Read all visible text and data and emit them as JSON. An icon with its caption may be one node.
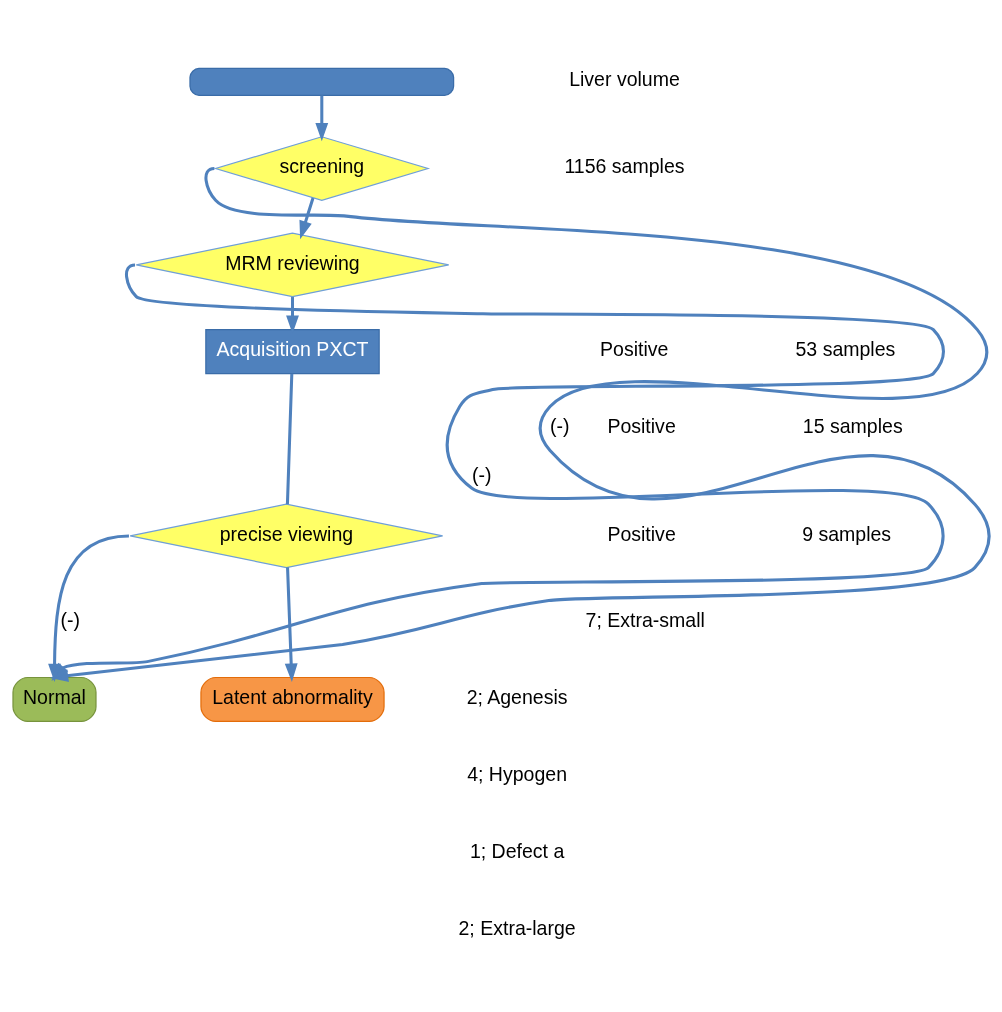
{
  "diagram": {
    "nodes": [
      {
        "text": [],
        "shape": "box"
      },
      {
        "text": [
          "screening"
        ]
      },
      {
        "text": [
          "MRM reviewing"
        ]
      },
      {
        "text": [
          "Acquisition PXCT"
        ]
      },
      {
        "text": [
          "precise viewing"
        ]
      },
      {
        "text": [
          "Normal"
        ]
      },
      {
        "text": [
          "Latent abnormality"
        ]
      }
    ],
    "edges": [
      {
        "from": 0,
        "to": 1,
        "arrow": "to"
      },
      {
        "from": 1,
        "to": 2,
        "arrow": "to"
      },
      {
        "from": 2,
        "to": 3,
        "arrow": "to"
      },
      {
        "from": 3,
        "to": 4,
        "arrow": "none"
      },
      {
        "from": 4,
        "to": 6,
        "arrow": "to"
      },
      {
        "from": 1,
        "to": 5,
        "arrow": "to",
        "label": "(-)"
      },
      {
        "from": 2,
        "to": 5,
        "arrow": "to",
        "label": "(-)"
      },
      {
        "from": 4,
        "to": 5,
        "arrow": "to",
        "label": "(-)"
      }
    ],
    "labels": [
      "Liver volume",
      "1156 samples",
      "Positive",
      "53 samples",
      "Positive",
      "15 samples",
      "Positive",
      "9 samples",
      "7; Extra-small",
      "2; Agenesis",
      "4; Hypogen",
      "1; Defect a",
      "2; Extra-large"
    ]
  }
}
